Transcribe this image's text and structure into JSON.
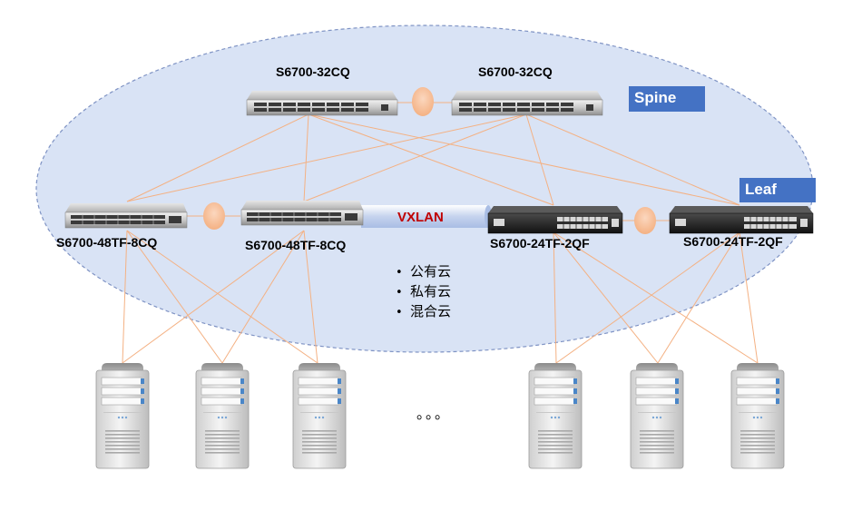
{
  "spine_tag": "Spine",
  "leaf_tag": "Leaf",
  "tunnel_label": "VXLAN",
  "spine_switches": [
    {
      "model": "S6700-32CQ"
    },
    {
      "model": "S6700-32CQ"
    }
  ],
  "leaf_switches": [
    {
      "model": "S6700-48TF-8CQ"
    },
    {
      "model": "S6700-48TF-8CQ"
    },
    {
      "model": "S6700-24TF-2QF"
    },
    {
      "model": "S6700-24TF-2QF"
    }
  ],
  "cloud_types": [
    "公有云",
    "私有云",
    "混合云"
  ],
  "ellipsis": "。。。",
  "colors": {
    "cloud_fill": "#d9e3f5",
    "cloud_border": "#7f93c4",
    "link": "#f4b183",
    "peer_link": "#f8cbad",
    "tag_fill": "#4472c4",
    "tunnel_text": "#c00000"
  }
}
